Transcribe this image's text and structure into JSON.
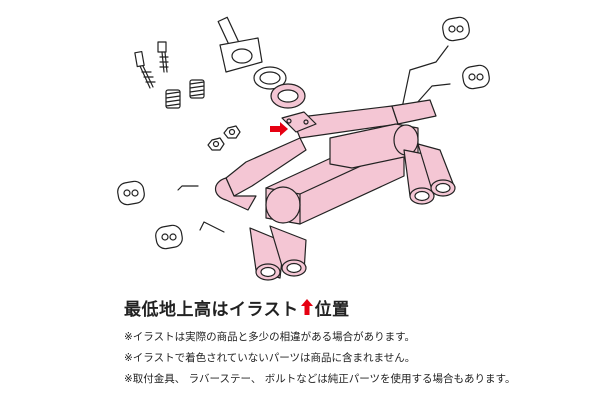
{
  "caption": {
    "heading_before": "最低地上高はイラスト",
    "heading_arrow": "up-arrow-icon",
    "heading_after": "位置",
    "notes": [
      "※イラストは実際の商品と多少の相違がある場合があります。",
      "※イラストで着色されていないパーツは商品に含まれません。",
      "※取付金具、 ラバーステー、 ボルトなどは純正パーツを使用する場合もあります。"
    ]
  },
  "colors": {
    "pipe_fill": "#f4c6d4",
    "outline": "#222222",
    "accent_red": "#e60012"
  },
  "icons": [
    "gasket-icon",
    "bolt-icon",
    "spring-icon",
    "nut-icon",
    "rubber-hanger-icon",
    "indicator-arrow-icon",
    "muffler-icon",
    "tailpipe-icon",
    "up-arrow-icon"
  ]
}
